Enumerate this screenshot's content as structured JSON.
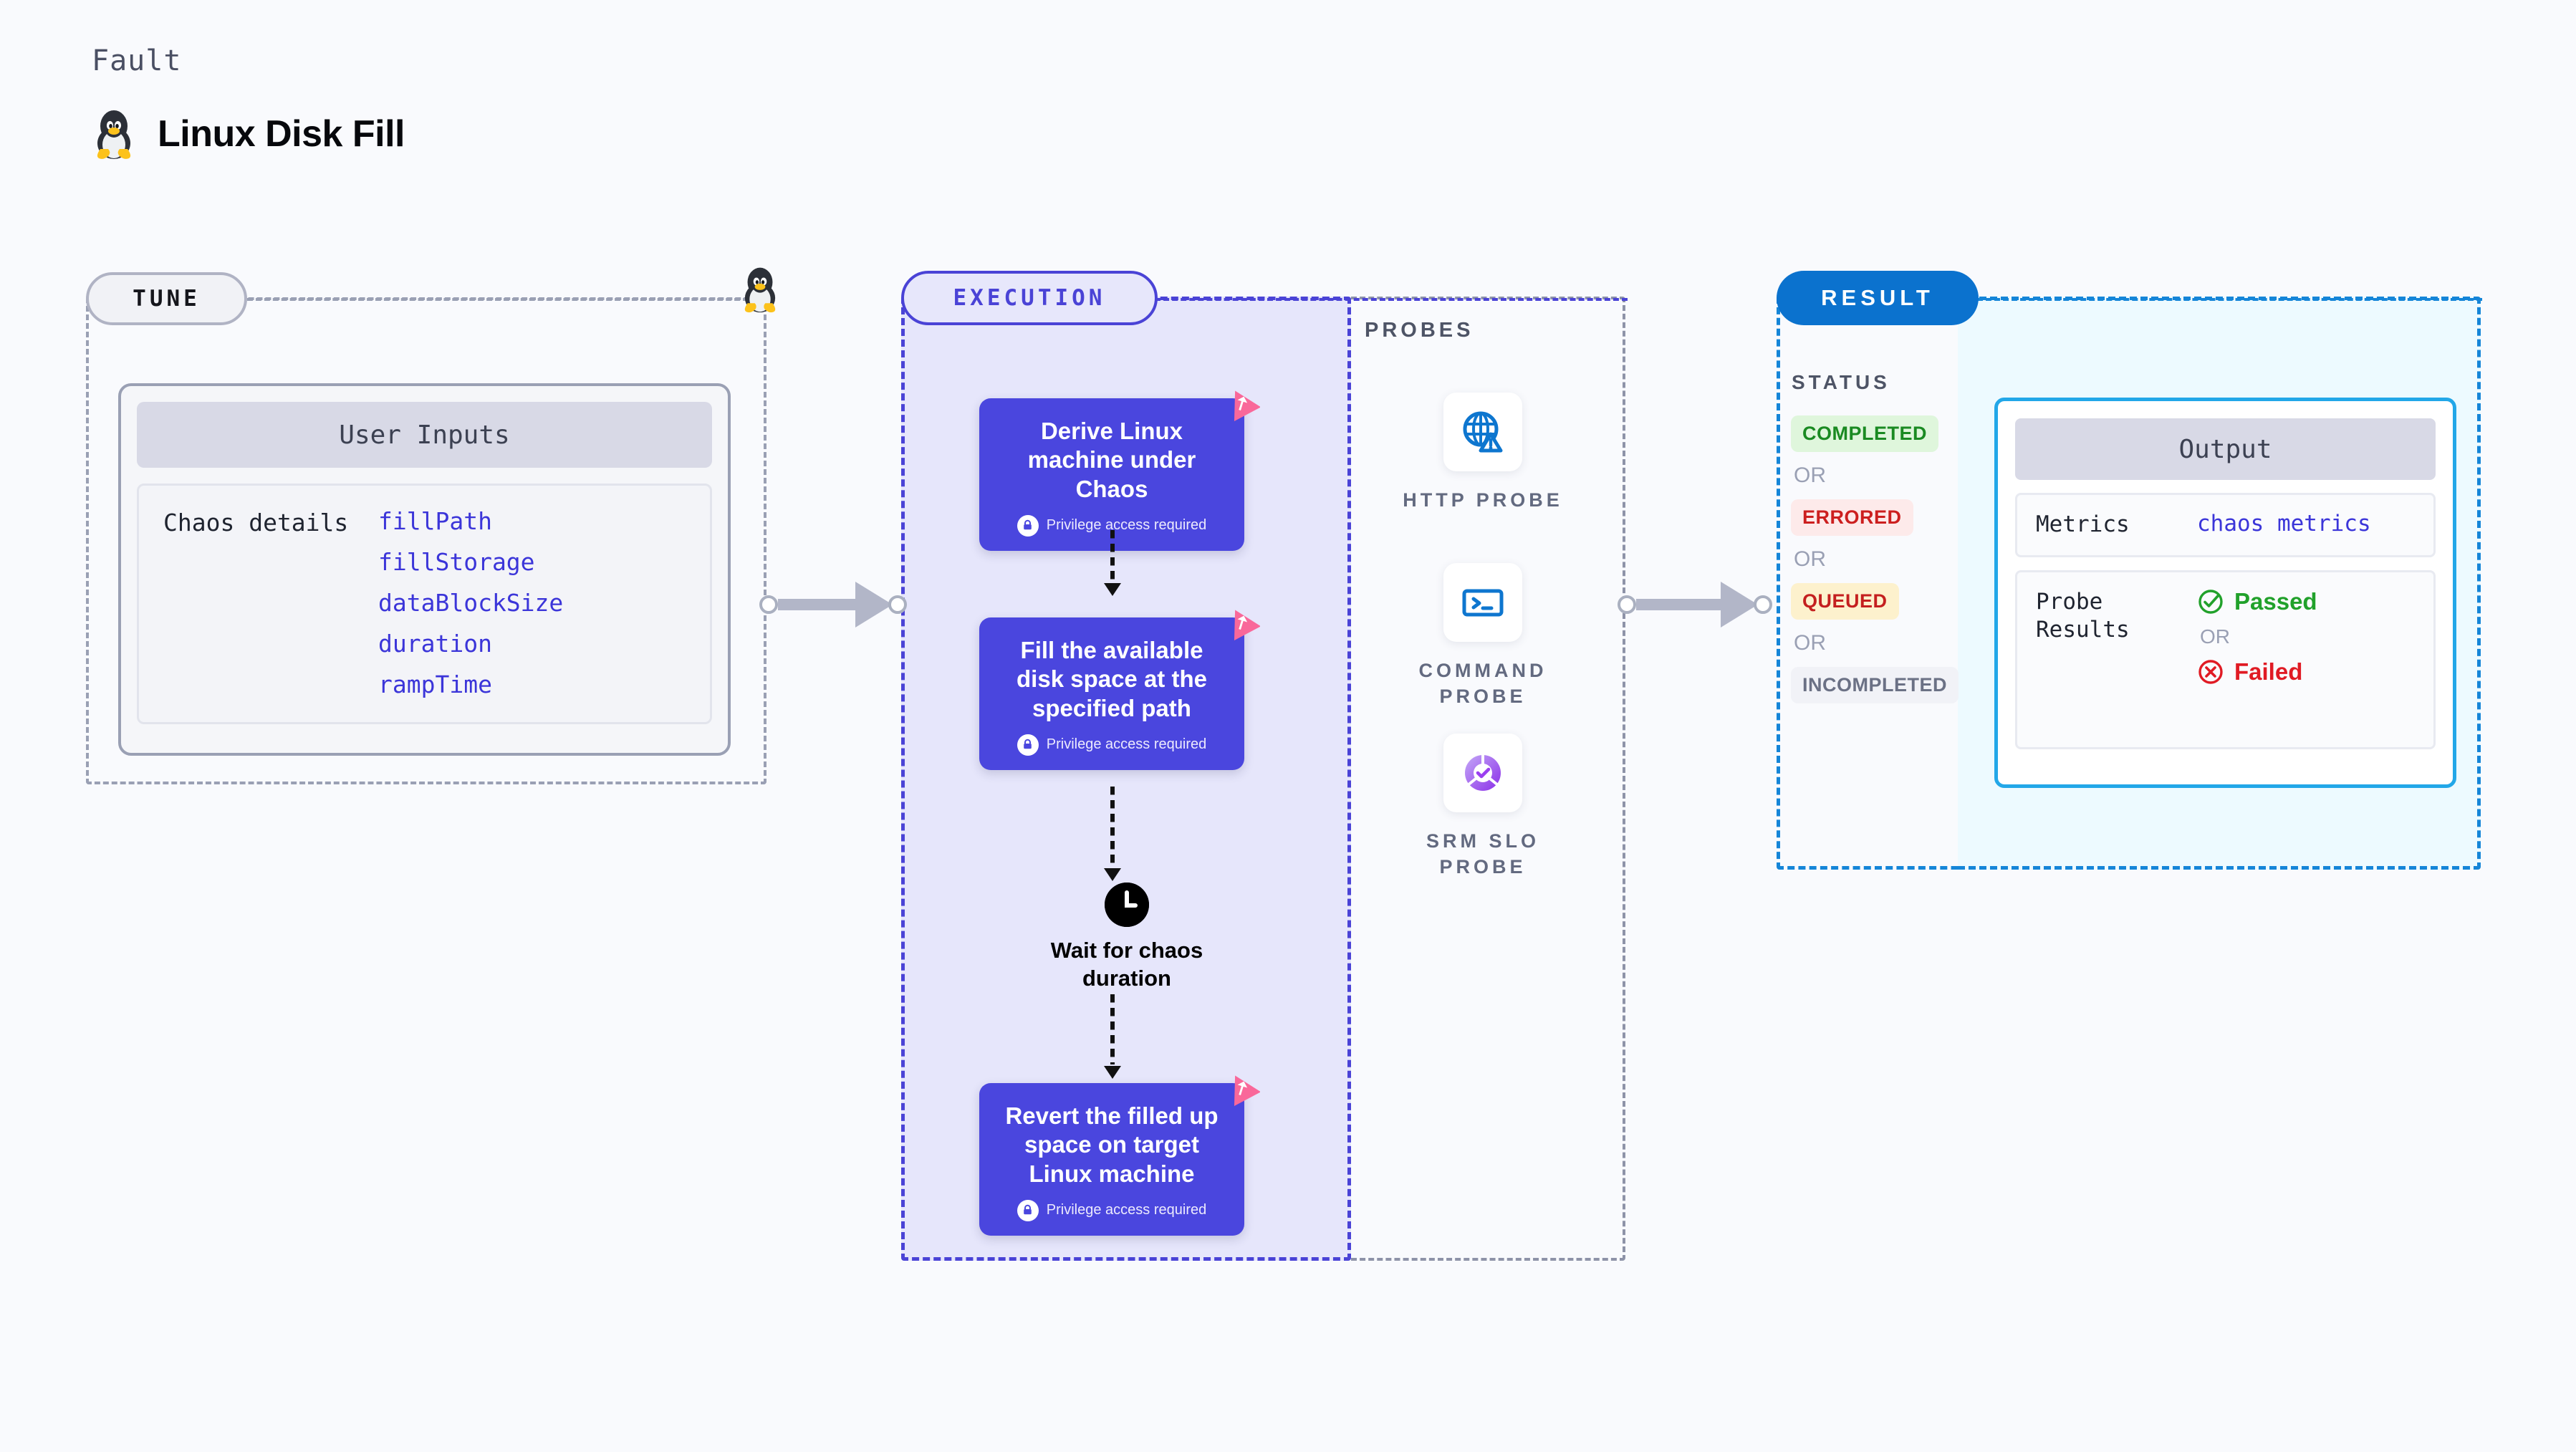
{
  "header": {
    "eyebrow": "Fault",
    "title": "Linux Disk Fill",
    "icon": "linux-penguin-icon"
  },
  "tune": {
    "pill_label": "TUNE",
    "card_title": "User Inputs",
    "chaos_label": "Chaos details",
    "parameters": [
      "fillPath",
      "fillStorage",
      "dataBlockSize",
      "duration",
      "rampTime"
    ]
  },
  "execution": {
    "pill_label": "EXECUTION",
    "privilege_text": "Privilege access required",
    "steps": [
      {
        "title": "Derive Linux machine under Chaos",
        "privilege": true
      },
      {
        "title": "Fill the available disk space at the specified path",
        "privilege": true
      },
      {
        "title": "Revert the filled up space on target Linux machine",
        "privilege": true
      }
    ],
    "wait_node": {
      "label": "Wait for chaos duration",
      "icon": "clock-icon"
    }
  },
  "probes": {
    "title": "PROBES",
    "items": [
      {
        "label": "HTTP PROBE",
        "icon": "globe-warning-icon"
      },
      {
        "label": "COMMAND PROBE",
        "icon": "terminal-icon"
      },
      {
        "label": "SRM SLO PROBE",
        "icon": "slo-donut-check-icon"
      }
    ]
  },
  "result": {
    "pill_label": "RESULT",
    "status_title": "STATUS",
    "or_label": "OR",
    "statuses": [
      {
        "label": "COMPLETED",
        "color": "#1a8a22",
        "bg": "#dff6dc"
      },
      {
        "label": "ERRORED",
        "color": "#cc1f1f",
        "bg": "#fdeaea"
      },
      {
        "label": "QUEUED",
        "color": "#c41f1f",
        "bg": "#fdf1cd"
      },
      {
        "label": "INCOMPLETED",
        "color": "#6b7185",
        "bg": "#f1f2f7"
      }
    ],
    "output": {
      "title": "Output",
      "metrics_key": "Metrics",
      "metrics_value": "chaos metrics",
      "probe_results_key": "Probe Results",
      "passed_label": "Passed",
      "failed_label": "Failed",
      "or_label": "OR",
      "passed_color": "#21a12b",
      "failed_color": "#e01b24"
    }
  },
  "colors": {
    "page_bg": "#F9FAFD",
    "execution_purple": "#4a46de",
    "execution_panel_bg": "#e6e6fb",
    "result_blue": "#0b72ce",
    "output_cyan": "#22a7e8",
    "ribbon_pink": "#f9689a"
  }
}
